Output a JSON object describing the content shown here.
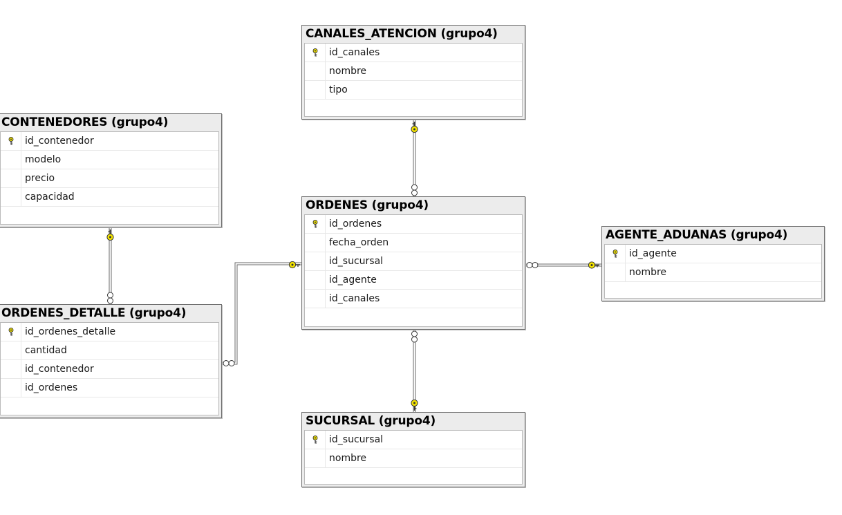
{
  "colors": {
    "relationship_key": "#f4e400",
    "relationship_line": "#6a6a6a",
    "table_header": "#ececec"
  },
  "tables": {
    "canales_atencion": {
      "title": "CANALES_ATENCION (grupo4)",
      "columns": [
        {
          "name": "id_canales",
          "primary_key": true
        },
        {
          "name": "nombre",
          "primary_key": false
        },
        {
          "name": "tipo",
          "primary_key": false
        }
      ]
    },
    "contenedores": {
      "title": "CONTENEDORES (grupo4)",
      "columns": [
        {
          "name": "id_contenedor",
          "primary_key": true
        },
        {
          "name": "modelo",
          "primary_key": false
        },
        {
          "name": "precio",
          "primary_key": false
        },
        {
          "name": "capacidad",
          "primary_key": false
        }
      ]
    },
    "ordenes": {
      "title": "ORDENES (grupo4)",
      "columns": [
        {
          "name": "id_ordenes",
          "primary_key": true
        },
        {
          "name": "fecha_orden",
          "primary_key": false
        },
        {
          "name": "id_sucursal",
          "primary_key": false
        },
        {
          "name": "id_agente",
          "primary_key": false
        },
        {
          "name": "id_canales",
          "primary_key": false
        }
      ]
    },
    "agente_aduanas": {
      "title": "AGENTE_ADUANAS (grupo4)",
      "columns": [
        {
          "name": "id_agente",
          "primary_key": true
        },
        {
          "name": "nombre",
          "primary_key": false
        }
      ]
    },
    "ordenes_detalle": {
      "title": "ORDENES_DETALLE (grupo4)",
      "columns": [
        {
          "name": "id_ordenes_detalle",
          "primary_key": true
        },
        {
          "name": "cantidad",
          "primary_key": false
        },
        {
          "name": "id_contenedor",
          "primary_key": false
        },
        {
          "name": "id_ordenes",
          "primary_key": false
        }
      ]
    },
    "sucursal": {
      "title": "SUCURSAL (grupo4)",
      "columns": [
        {
          "name": "id_sucursal",
          "primary_key": true
        },
        {
          "name": "nombre",
          "primary_key": false
        }
      ]
    }
  },
  "relationships": [
    {
      "from": "canales_atencion",
      "to": "ordenes",
      "one_side": "canales_atencion",
      "many_side": "ordenes"
    },
    {
      "from": "contenedores",
      "to": "ordenes_detalle",
      "one_side": "contenedores",
      "many_side": "ordenes_detalle"
    },
    {
      "from": "ordenes",
      "to": "ordenes_detalle",
      "one_side": "ordenes",
      "many_side": "ordenes_detalle"
    },
    {
      "from": "agente_aduanas",
      "to": "ordenes",
      "one_side": "agente_aduanas",
      "many_side": "ordenes"
    },
    {
      "from": "sucursal",
      "to": "ordenes",
      "one_side": "sucursal",
      "many_side": "ordenes"
    }
  ]
}
